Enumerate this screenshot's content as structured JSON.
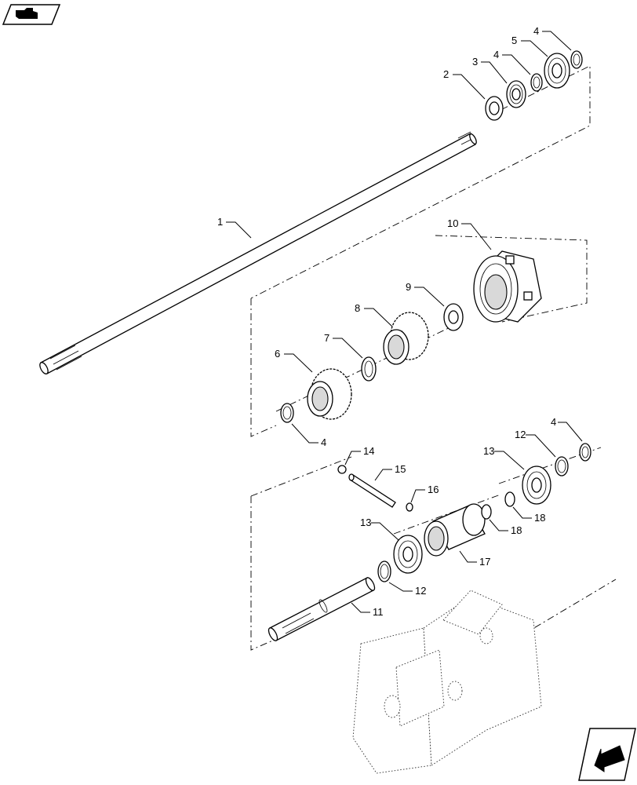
{
  "nav": {
    "prev_icon": "hand-pointing-left-icon",
    "next_icon": "arrow-down-left-icon"
  },
  "callouts": [
    {
      "num": "1"
    },
    {
      "num": "2"
    },
    {
      "num": "3"
    },
    {
      "num": "4"
    },
    {
      "num": "4"
    },
    {
      "num": "5"
    },
    {
      "num": "4"
    },
    {
      "num": "10"
    },
    {
      "num": "9"
    },
    {
      "num": "8"
    },
    {
      "num": "7"
    },
    {
      "num": "6"
    },
    {
      "num": "4"
    },
    {
      "num": "14"
    },
    {
      "num": "15"
    },
    {
      "num": "16"
    },
    {
      "num": "4"
    },
    {
      "num": "12"
    },
    {
      "num": "13"
    },
    {
      "num": "18"
    },
    {
      "num": "18"
    },
    {
      "num": "13"
    },
    {
      "num": "17"
    },
    {
      "num": "12"
    },
    {
      "num": "11"
    }
  ]
}
